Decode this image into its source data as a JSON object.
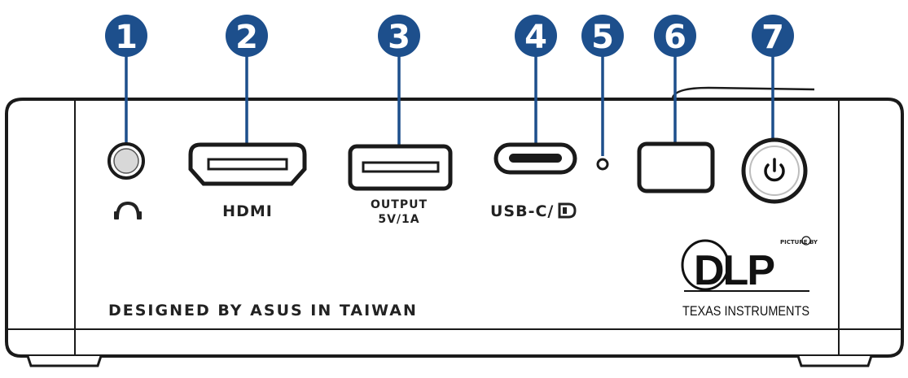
{
  "callouts": [
    "1",
    "2",
    "3",
    "4",
    "5",
    "6",
    "7"
  ],
  "ports": {
    "audio_icon": "headphone-icon",
    "hdmi_label": "HDMI",
    "output_line1": "OUTPUT",
    "output_line2": "5V/1A",
    "usbc_label": "USB-C/",
    "displayport_icon": "displayport-icon",
    "power_icon": "power-icon"
  },
  "maker_text": "DESIGNED BY ASUS IN TAIWAN",
  "logo": {
    "top": "PICTURE BY",
    "main": "DLP",
    "bottom": "TEXAS INSTRUMENTS"
  },
  "colors": {
    "callout": "#1d4f8c",
    "body": "#ffffff",
    "outline": "#1a1a1a"
  }
}
